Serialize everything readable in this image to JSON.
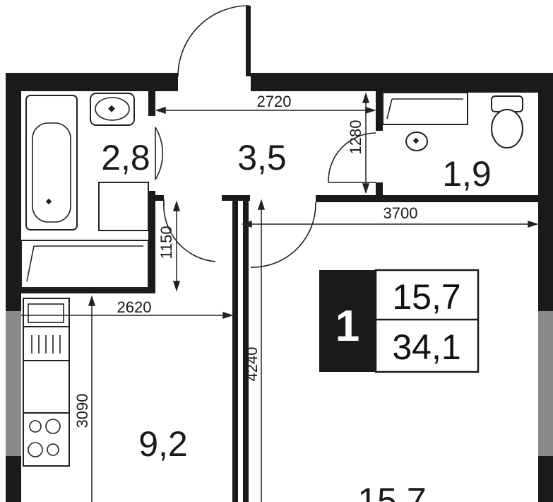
{
  "rooms": {
    "bathroom_area": "2,8",
    "hall_area": "3,5",
    "wc_area": "1,9",
    "kitchen_area": "9,2",
    "living_area": "15,7"
  },
  "dimensions": {
    "hall_width": "2720",
    "wc_depth": "1280",
    "living_width": "3700",
    "hall_passage": "1150",
    "kitchen_width": "2620",
    "kitchen_length": "3090",
    "living_length": "4240"
  },
  "badge": {
    "rooms_count": "1",
    "living_area": "15,7",
    "total_area": "34,1"
  },
  "colors": {
    "wall": "#1a1a1a",
    "badge_dark": "#1a1a1a",
    "wall_light": "#8a8a8a"
  }
}
